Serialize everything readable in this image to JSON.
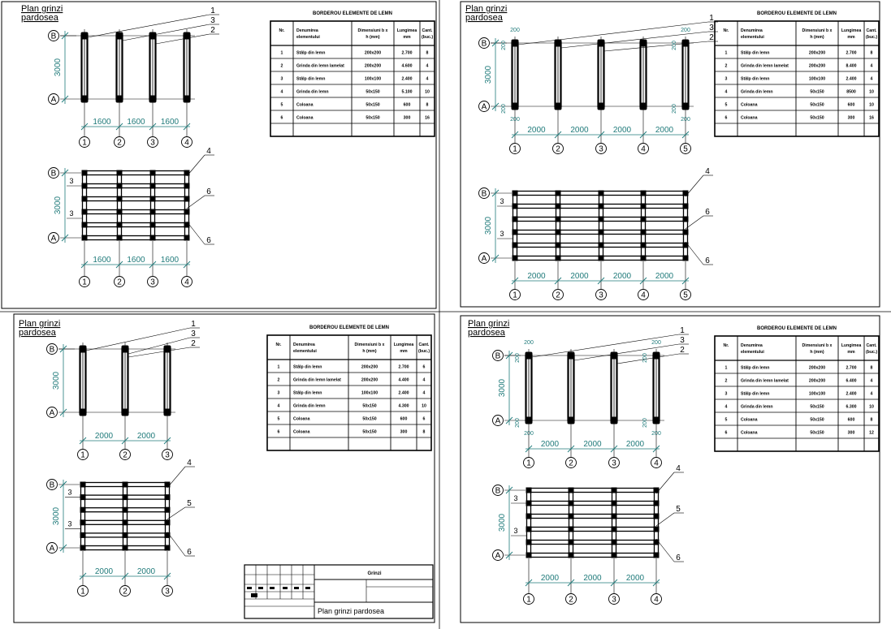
{
  "colors": {
    "dimension": "#1f7a7a",
    "line": "#000000",
    "frame": "#000000",
    "background": "#ffffff"
  },
  "sheet_title": "Plan grinzi pardosea",
  "title_block": {
    "name": "Plan grinzi pardosea",
    "header": "Grinzi"
  },
  "panels": [
    {
      "id": "p1",
      "title_l1": "Plan grinzi",
      "title_l2": "pardosea",
      "grid_letters": [
        "B",
        "A"
      ],
      "grid_numbers": [
        "1",
        "2",
        "3",
        "4"
      ],
      "spans": [
        "1600",
        "1600",
        "1600"
      ],
      "depth": "3000",
      "top_callouts": [
        "1",
        "3",
        "2"
      ],
      "bottom_callouts_right": [
        "4",
        "6",
        "6"
      ],
      "bottom_callouts_left": [
        "3",
        "3"
      ],
      "show_small_dims": false,
      "table": {
        "title": "BORDEROU ELEMENTE DE LEMN",
        "headers": [
          "Nr.",
          "Denumirea elementului",
          "Dimensiuni b x h (mm)",
          "Lungimea mm",
          "Cant. (buc.)"
        ],
        "rows": [
          [
            "1",
            "Stâlp din lemn",
            "200x200",
            "2.700",
            "8"
          ],
          [
            "2",
            "Grinda din lemn lamelat",
            "200x200",
            "4.600",
            "4"
          ],
          [
            "3",
            "Stâlp din lemn",
            "100x100",
            "2.400",
            "4"
          ],
          [
            "4",
            "Grinda din lemn",
            "50x150",
            "5.100",
            "10"
          ],
          [
            "5",
            "Coloana",
            "50x150",
            "600",
            "8"
          ],
          [
            "6",
            "Coloana",
            "50x150",
            "300",
            "16"
          ]
        ]
      }
    },
    {
      "id": "p2",
      "title_l1": "Plan grinzi",
      "title_l2": "pardosea",
      "grid_letters": [
        "B",
        "A"
      ],
      "grid_numbers": [
        "1",
        "2",
        "3",
        "4",
        "5"
      ],
      "spans": [
        "2000",
        "2000",
        "2000",
        "2000"
      ],
      "depth": "3000",
      "top_callouts": [
        "1",
        "3",
        "2"
      ],
      "bottom_callouts_right": [
        "4",
        "6",
        "6"
      ],
      "bottom_callouts_left": [
        "3",
        "3"
      ],
      "show_small_dims": true,
      "small_dim": "200",
      "table": {
        "title": "BORDEROU ELEMENTE DE LEMN",
        "headers": [
          "Nr.",
          "Denumirea elementului",
          "Dimensiuni b x h (mm)",
          "Lungimea mm",
          "Cant. (buc.)"
        ],
        "rows": [
          [
            "1",
            "Stâlp din lemn",
            "200x200",
            "2.700",
            "8"
          ],
          [
            "2",
            "Grinda din lemn lamelat",
            "200x200",
            "8.400",
            "4"
          ],
          [
            "3",
            "Stâlp din lemn",
            "100x100",
            "2.400",
            "4"
          ],
          [
            "4",
            "Grinda din lemn",
            "50x150",
            "8500",
            "10"
          ],
          [
            "5",
            "Coloana",
            "50x150",
            "600",
            "10"
          ],
          [
            "6",
            "Coloana",
            "50x150",
            "300",
            "16"
          ]
        ]
      }
    },
    {
      "id": "p3",
      "title_l1": "Plan grinzi",
      "title_l2": "pardosea",
      "grid_letters": [
        "B",
        "A"
      ],
      "grid_numbers": [
        "1",
        "2",
        "3"
      ],
      "spans": [
        "2000",
        "2000"
      ],
      "depth": "3000",
      "top_callouts": [
        "1",
        "3",
        "2"
      ],
      "bottom_callouts_right": [
        "4",
        "5",
        "6"
      ],
      "bottom_callouts_left": [
        "3",
        "3"
      ],
      "show_small_dims": false,
      "table": {
        "title": "BORDEROU ELEMENTE DE LEMN",
        "headers": [
          "Nr.",
          "Denumirea elementului",
          "Dimensiuni b x h (mm)",
          "Lungimea mm",
          "Cant. (buc.)"
        ],
        "rows": [
          [
            "1",
            "Stâlp din lemn",
            "200x200",
            "2.700",
            "6"
          ],
          [
            "2",
            "Grinda din lemn lamelat",
            "200x200",
            "4.400",
            "4"
          ],
          [
            "3",
            "Stâlp din lemn",
            "100x100",
            "2.400",
            "4"
          ],
          [
            "4",
            "Grinda din lemn",
            "50x150",
            "4.300",
            "10"
          ],
          [
            "5",
            "Coloana",
            "50x150",
            "600",
            "6"
          ],
          [
            "6",
            "Coloana",
            "50x150",
            "300",
            "8"
          ]
        ]
      }
    },
    {
      "id": "p4",
      "title_l1": "Plan grinzi",
      "title_l2": "pardosea",
      "grid_letters": [
        "B",
        "A"
      ],
      "grid_numbers": [
        "1",
        "2",
        "3",
        "4"
      ],
      "spans": [
        "2000",
        "2000",
        "2000"
      ],
      "depth": "3000",
      "top_callouts": [
        "1",
        "3",
        "2"
      ],
      "bottom_callouts_right": [
        "4",
        "5",
        "6"
      ],
      "bottom_callouts_left": [
        "3",
        "3"
      ],
      "show_small_dims": true,
      "small_dim": "200",
      "table": {
        "title": "BORDEROU ELEMENTE DE LEMN",
        "headers": [
          "Nr.",
          "Denumirea elementului",
          "Dimensiuni b x h (mm)",
          "Lungimea mm",
          "Cant. (buc.)"
        ],
        "rows": [
          [
            "1",
            "Stâlp din lemn",
            "200x200",
            "2.700",
            "8"
          ],
          [
            "2",
            "Grinda din lemn lamelat",
            "200x200",
            "6.400",
            "4"
          ],
          [
            "3",
            "Stâlp din lemn",
            "100x100",
            "2.400",
            "4"
          ],
          [
            "4",
            "Grinda din lemn",
            "50x150",
            "6.300",
            "10"
          ],
          [
            "5",
            "Coloana",
            "50x150",
            "600",
            "8"
          ],
          [
            "6",
            "Coloana",
            "50x150",
            "300",
            "12"
          ]
        ]
      }
    }
  ]
}
